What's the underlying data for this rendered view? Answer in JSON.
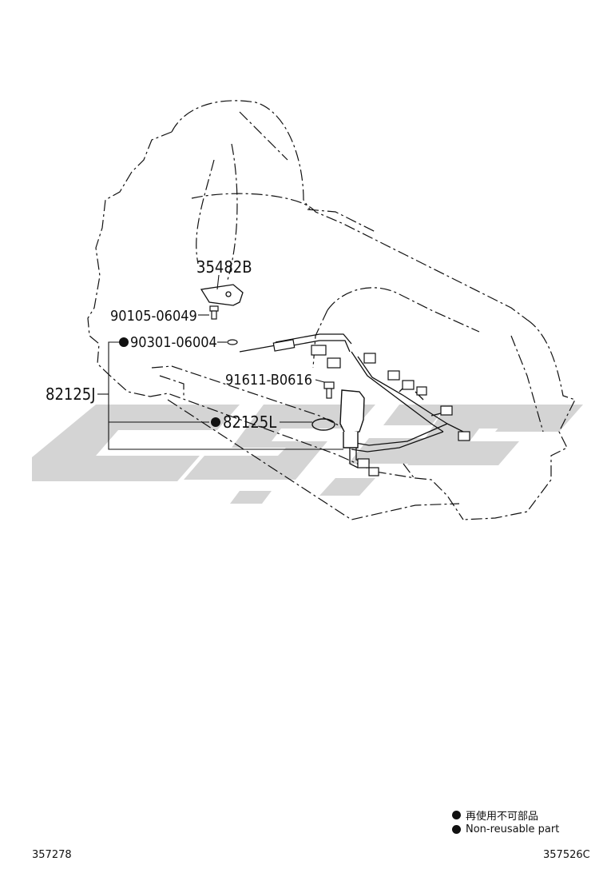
{
  "parts": {
    "p35482B": "35482B",
    "p90105": "90105-06049",
    "p90301": "90301-06004",
    "p82125J": "82125J",
    "p91611": "91611-B0616",
    "p82125L": "82125L"
  },
  "legend": {
    "zh": "再使用不可部品",
    "en": "Non-reusable part"
  },
  "codes": {
    "left": "357278",
    "right": "357526C"
  },
  "colors": {
    "line": "#111111",
    "watermark": "#d2d2d2"
  }
}
